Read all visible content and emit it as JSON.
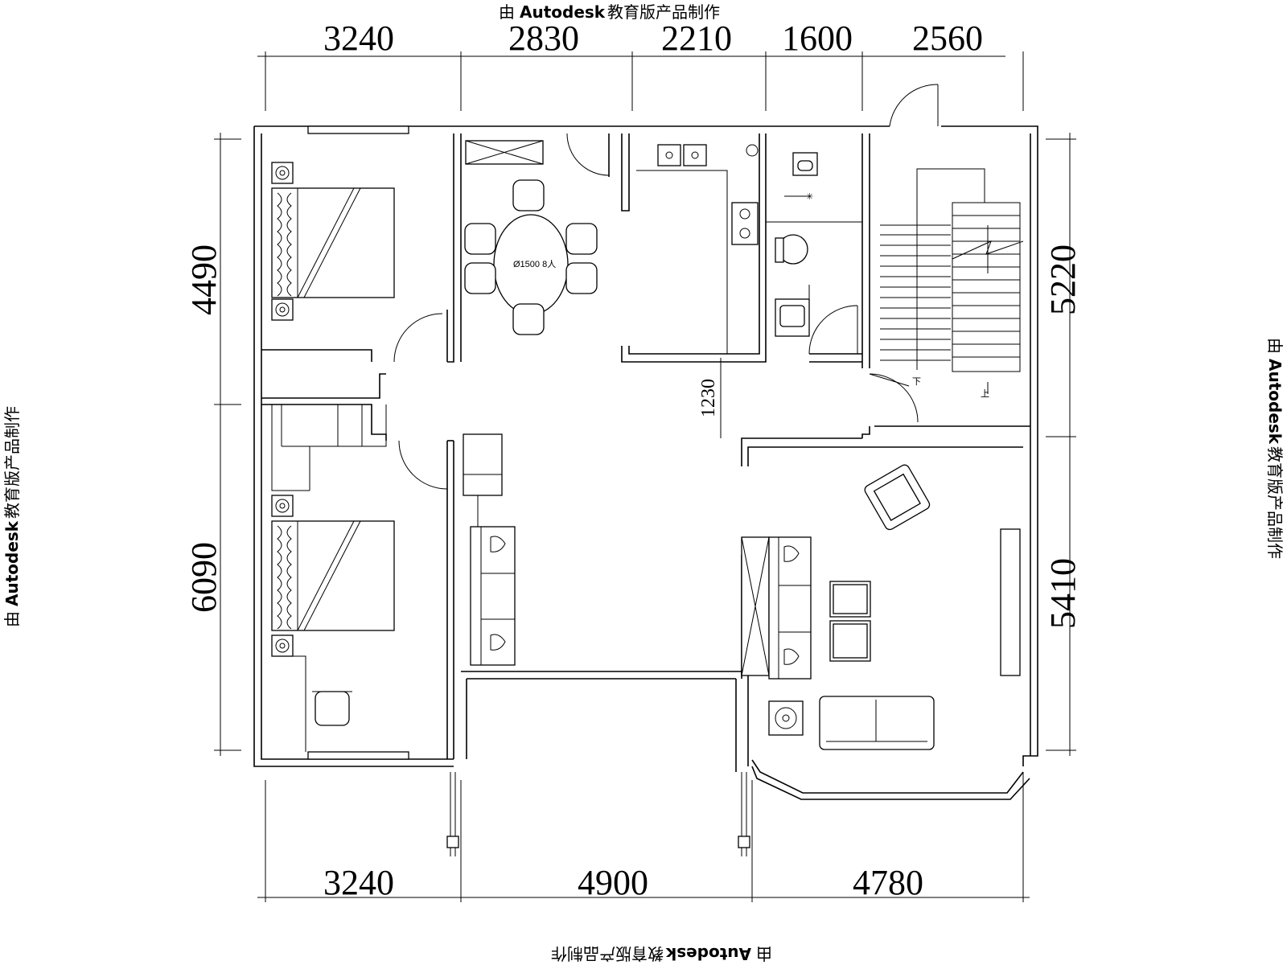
{
  "watermark": {
    "prefix": "由",
    "brand": "Autodesk",
    "suffix": "教育版产品制作"
  },
  "dimensions": {
    "top": [
      "3240",
      "2830",
      "2210",
      "1600",
      "2560"
    ],
    "bottom": [
      "3240",
      "4900",
      "4780"
    ],
    "left": [
      "4490",
      "6090"
    ],
    "right": [
      "5220",
      "5410"
    ],
    "inner": "1230"
  },
  "labels": {
    "table": "Ø1500 8人",
    "stair_up": "上",
    "stair_down": "下"
  }
}
